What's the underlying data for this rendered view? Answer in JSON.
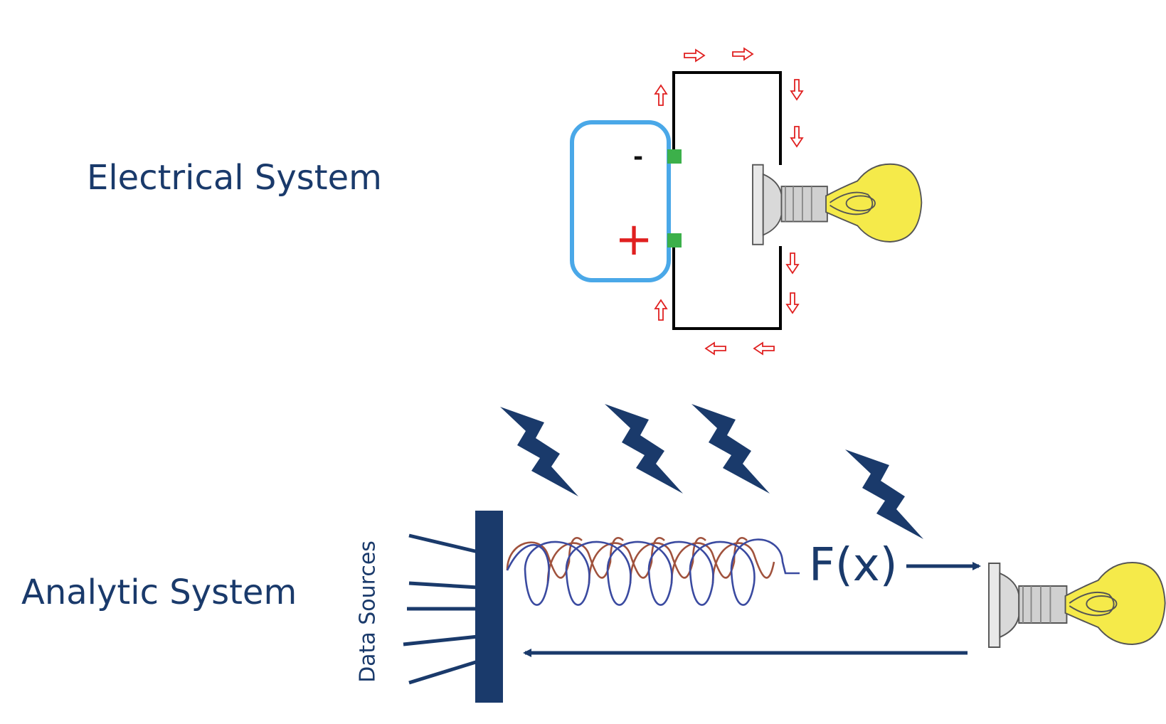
{
  "electrical_system": {
    "title": "Electrical System",
    "battery": {
      "negative_symbol": "-",
      "positive_symbol": "+"
    },
    "current_arrow_color": "#e02020",
    "battery_outline_color": "#4aa8e8",
    "terminal_color": "#3cb04a",
    "bulb_color": "#f5ea4a"
  },
  "analytic_system": {
    "title": "Analytic System",
    "data_sources_label": "Data Sources",
    "function_label": "F(x)",
    "primary_color": "#1a3a6b",
    "coil_color_a": "#a0523d",
    "coil_color_b": "#3a4aa0",
    "icons": [
      "lightning-bolt-icon",
      "spring-coil-icon",
      "light-bulb-icon"
    ]
  }
}
